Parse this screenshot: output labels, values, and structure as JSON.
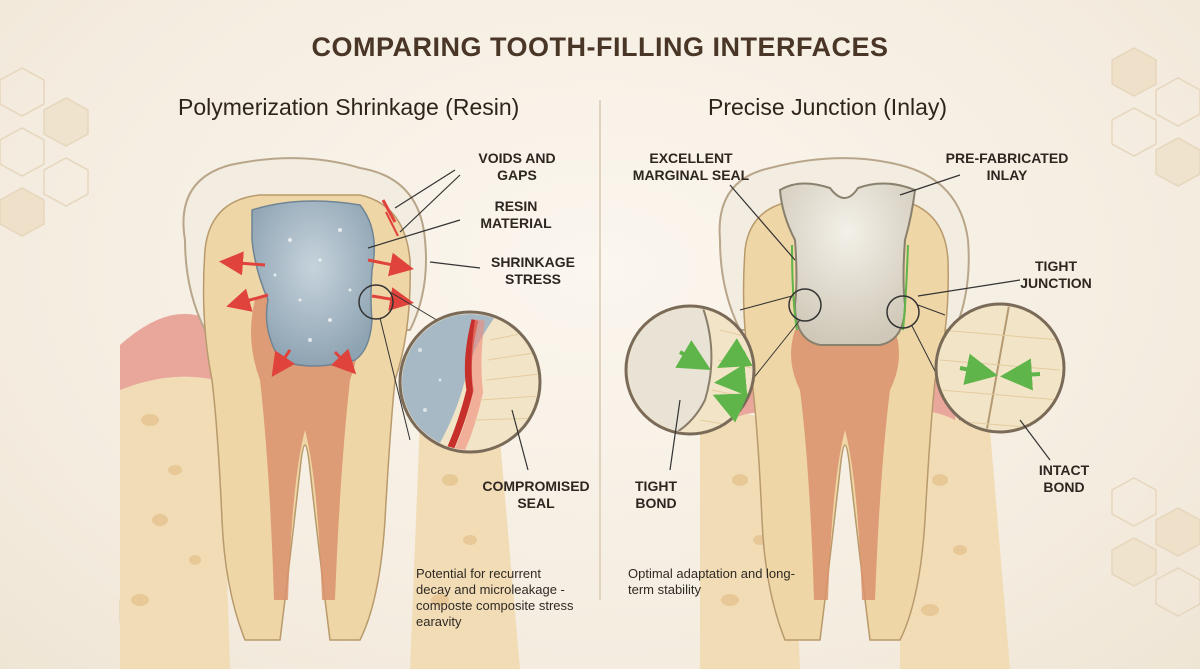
{
  "title": "COMPARING TOOTH-FILLING INTERFACES",
  "left": {
    "heading": "Polymerization Shrinkage (Resin)",
    "labels": {
      "voids": "VOIDS AND GAPS",
      "resin": "RESIN MATERIAL",
      "shrinkage": "SHRINKAGE STRESS",
      "compromised": "COMPROMISED SEAL"
    },
    "note": "Potential for recurrent decay and microleakage - composte composite stress earavity"
  },
  "right": {
    "heading": "Precise Junction (Inlay)",
    "labels": {
      "marginal": "EXCELLENT MARGINAL SEAL",
      "inlay": "PRE-FABRICATED INLAY",
      "tight_junction": "TIGHT JUNCTION",
      "tight_bond": "TIGHT BOND",
      "intact_bond": "INTACT BOND"
    },
    "note": "Optimal adaptation and long-term stability"
  },
  "colors": {
    "stress_arrow": "#e0433b",
    "seal_arrow": "#5fb54a",
    "resin": "#a8b9c6",
    "inlay": "#e4dfd3",
    "enamel": "#f2ece0",
    "dentin": "#efd9ad",
    "pulp": "#d9936e",
    "gum": "#e9a79c",
    "bone": "#f2dcb4"
  }
}
